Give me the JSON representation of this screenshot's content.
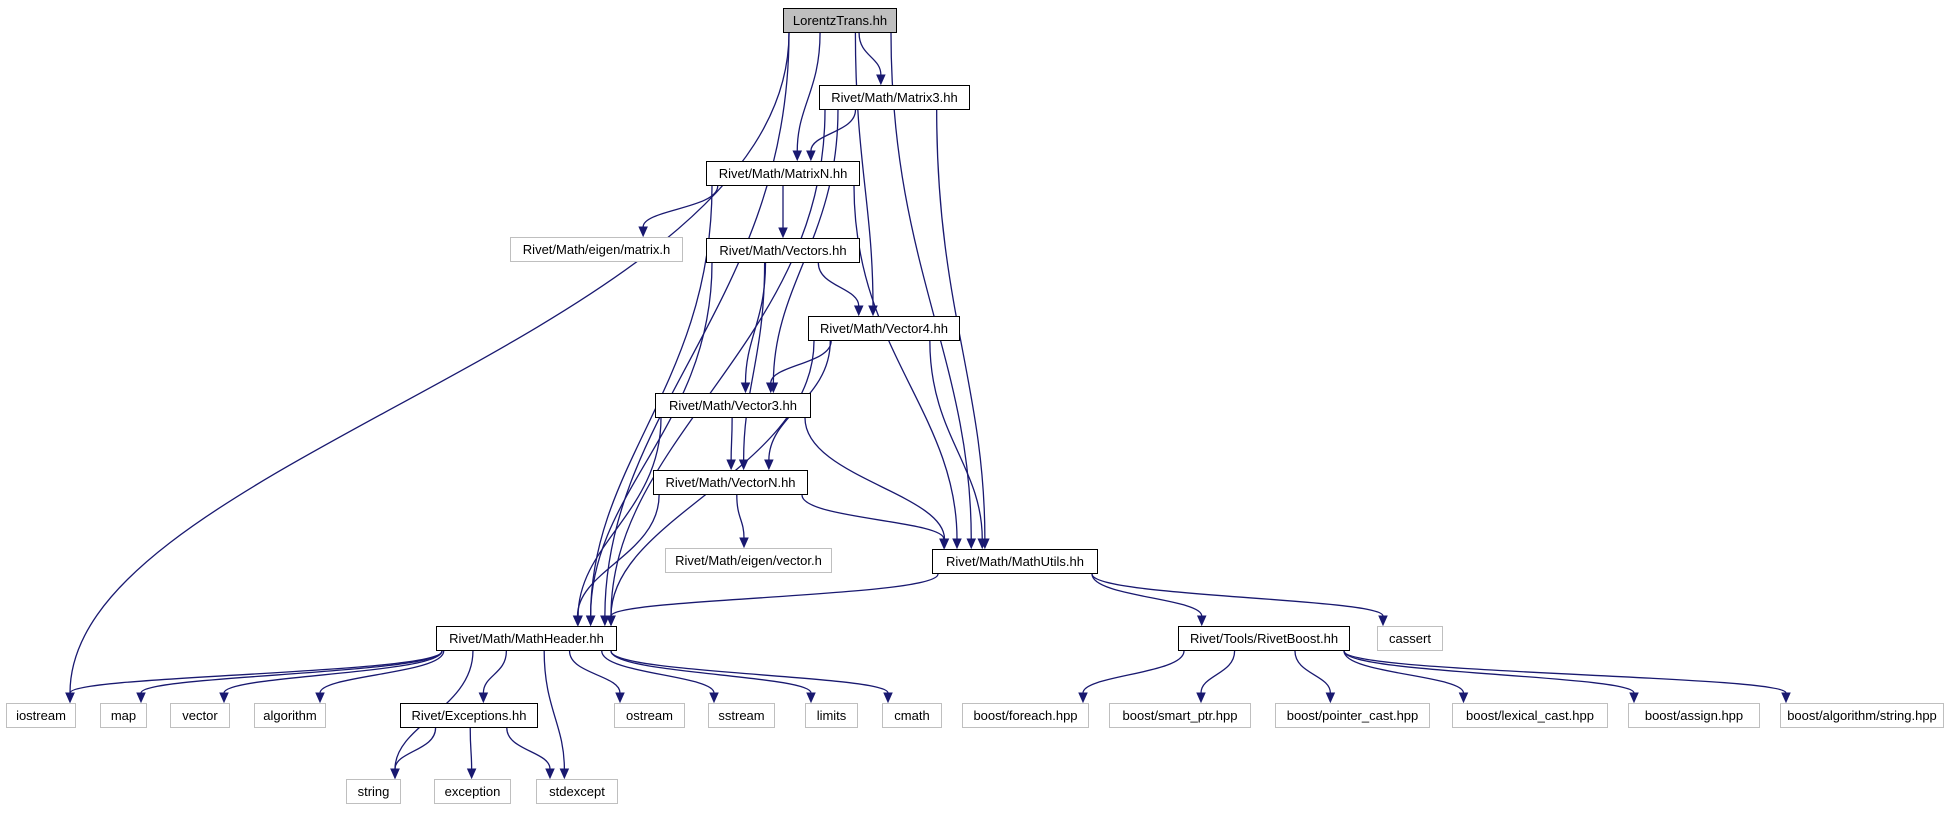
{
  "diagram": {
    "edge_color": "#191970",
    "root_fill": "#bfbfbf",
    "external_border": "#bfbfbf",
    "nodes": [
      {
        "id": "lorentz",
        "label": "LorentzTrans.hh",
        "kind": "root"
      },
      {
        "id": "matrix3",
        "label": "Rivet/Math/Matrix3.hh",
        "kind": "internal"
      },
      {
        "id": "matrixn",
        "label": "Rivet/Math/MatrixN.hh",
        "kind": "internal"
      },
      {
        "id": "eigenmatrix",
        "label": "Rivet/Math/eigen/matrix.h",
        "kind": "external"
      },
      {
        "id": "vectors",
        "label": "Rivet/Math/Vectors.hh",
        "kind": "internal"
      },
      {
        "id": "vector4",
        "label": "Rivet/Math/Vector4.hh",
        "kind": "internal"
      },
      {
        "id": "vector3",
        "label": "Rivet/Math/Vector3.hh",
        "kind": "internal"
      },
      {
        "id": "vectorn",
        "label": "Rivet/Math/VectorN.hh",
        "kind": "internal"
      },
      {
        "id": "eigenvector",
        "label": "Rivet/Math/eigen/vector.h",
        "kind": "external"
      },
      {
        "id": "mathutils",
        "label": "Rivet/Math/MathUtils.hh",
        "kind": "internal"
      },
      {
        "id": "mathheader",
        "label": "Rivet/Math/MathHeader.hh",
        "kind": "internal"
      },
      {
        "id": "rivetboost",
        "label": "Rivet/Tools/RivetBoost.hh",
        "kind": "internal"
      },
      {
        "id": "cassert",
        "label": "cassert",
        "kind": "external"
      },
      {
        "id": "iostream",
        "label": "iostream",
        "kind": "external"
      },
      {
        "id": "map",
        "label": "map",
        "kind": "external"
      },
      {
        "id": "vector",
        "label": "vector",
        "kind": "external"
      },
      {
        "id": "algorithm",
        "label": "algorithm",
        "kind": "external"
      },
      {
        "id": "exceptions",
        "label": "Rivet/Exceptions.hh",
        "kind": "internal"
      },
      {
        "id": "ostream",
        "label": "ostream",
        "kind": "external"
      },
      {
        "id": "sstream",
        "label": "sstream",
        "kind": "external"
      },
      {
        "id": "limits",
        "label": "limits",
        "kind": "external"
      },
      {
        "id": "cmath",
        "label": "cmath",
        "kind": "external"
      },
      {
        "id": "string",
        "label": "string",
        "kind": "external"
      },
      {
        "id": "exception",
        "label": "exception",
        "kind": "external"
      },
      {
        "id": "stdexcept",
        "label": "stdexcept",
        "kind": "external"
      },
      {
        "id": "foreach",
        "label": "boost/foreach.hpp",
        "kind": "external"
      },
      {
        "id": "smartptr",
        "label": "boost/smart_ptr.hpp",
        "kind": "external"
      },
      {
        "id": "pointercast",
        "label": "boost/pointer_cast.hpp",
        "kind": "external"
      },
      {
        "id": "lexicalcast",
        "label": "boost/lexical_cast.hpp",
        "kind": "external"
      },
      {
        "id": "assign",
        "label": "boost/assign.hpp",
        "kind": "external"
      },
      {
        "id": "algostring",
        "label": "boost/algorithm/string.hpp",
        "kind": "external"
      }
    ],
    "edges": [
      [
        "lorentz",
        "matrix3"
      ],
      [
        "lorentz",
        "matrixn"
      ],
      [
        "lorentz",
        "vector4"
      ],
      [
        "lorentz",
        "mathutils"
      ],
      [
        "lorentz",
        "mathheader"
      ],
      [
        "lorentz",
        "iostream"
      ],
      [
        "matrix3",
        "matrixn"
      ],
      [
        "matrix3",
        "vector3"
      ],
      [
        "matrix3",
        "mathutils"
      ],
      [
        "matrix3",
        "mathheader"
      ],
      [
        "matrixn",
        "eigenmatrix"
      ],
      [
        "matrixn",
        "vectors"
      ],
      [
        "matrixn",
        "mathutils"
      ],
      [
        "matrixn",
        "mathheader"
      ],
      [
        "vectors",
        "vector4"
      ],
      [
        "vectors",
        "vector3"
      ],
      [
        "vectors",
        "vectorn"
      ],
      [
        "vectors",
        "mathheader"
      ],
      [
        "vector4",
        "vector3"
      ],
      [
        "vector4",
        "vectorn"
      ],
      [
        "vector4",
        "mathutils"
      ],
      [
        "vector4",
        "mathheader"
      ],
      [
        "vector3",
        "vectorn"
      ],
      [
        "vector3",
        "mathutils"
      ],
      [
        "vector3",
        "mathheader"
      ],
      [
        "vectorn",
        "eigenvector"
      ],
      [
        "vectorn",
        "mathutils"
      ],
      [
        "vectorn",
        "mathheader"
      ],
      [
        "mathutils",
        "mathheader"
      ],
      [
        "mathutils",
        "rivetboost"
      ],
      [
        "mathutils",
        "cassert"
      ],
      [
        "mathheader",
        "iostream"
      ],
      [
        "mathheader",
        "map"
      ],
      [
        "mathheader",
        "vector"
      ],
      [
        "mathheader",
        "algorithm"
      ],
      [
        "mathheader",
        "exceptions"
      ],
      [
        "mathheader",
        "ostream"
      ],
      [
        "mathheader",
        "sstream"
      ],
      [
        "mathheader",
        "limits"
      ],
      [
        "mathheader",
        "cmath"
      ],
      [
        "mathheader",
        "string"
      ],
      [
        "mathheader",
        "stdexcept"
      ],
      [
        "exceptions",
        "string"
      ],
      [
        "exceptions",
        "exception"
      ],
      [
        "exceptions",
        "stdexcept"
      ],
      [
        "rivetboost",
        "foreach"
      ],
      [
        "rivetboost",
        "smartptr"
      ],
      [
        "rivetboost",
        "pointercast"
      ],
      [
        "rivetboost",
        "lexicalcast"
      ],
      [
        "rivetboost",
        "assign"
      ],
      [
        "rivetboost",
        "algostring"
      ]
    ]
  }
}
